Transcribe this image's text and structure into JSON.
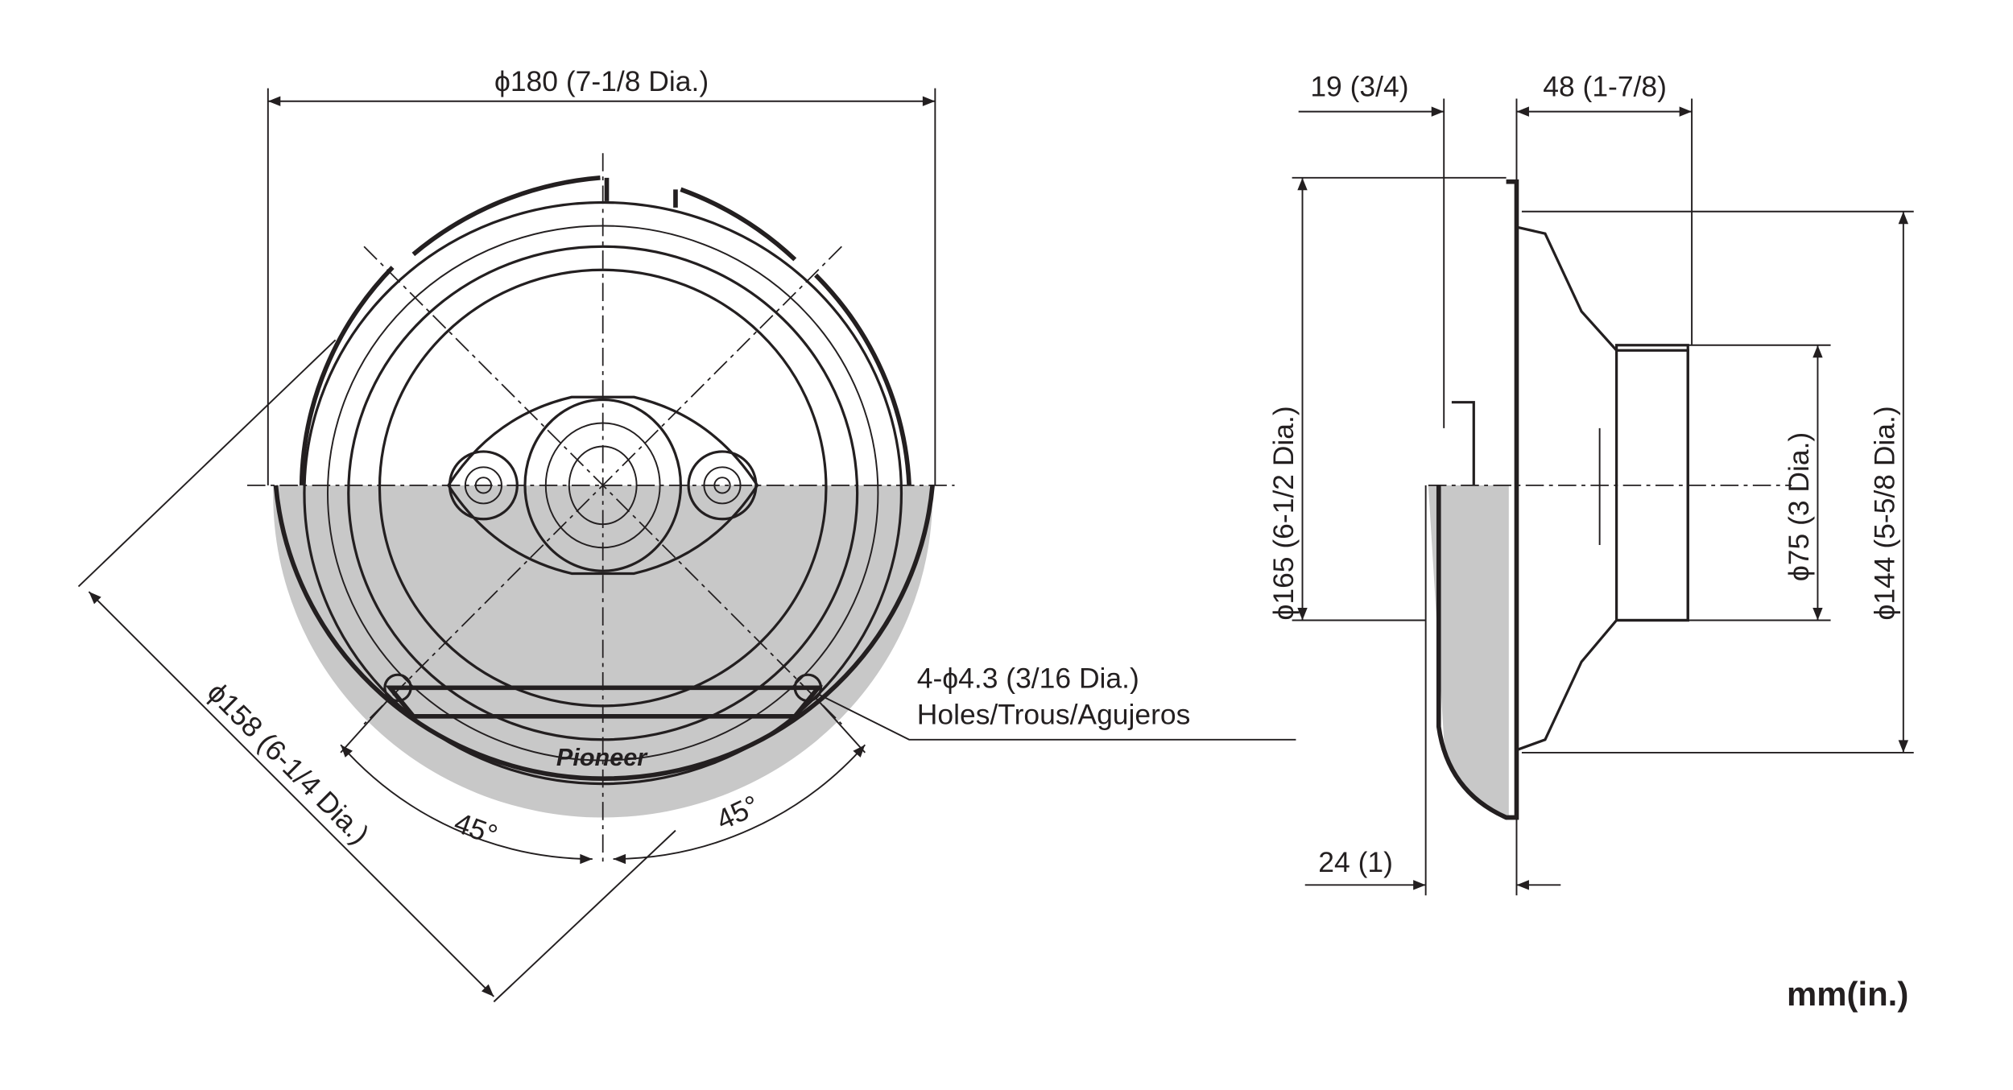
{
  "front_view": {
    "outer_diameter": "ϕ180 (7-1/8 Dia.)",
    "mount_diameter": "ϕ158 (6-1/4 Dia.)",
    "angle_left": "45°",
    "angle_right": "45°",
    "holes_line1": "4-ϕ4.3 (3/16 Dia.)",
    "holes_line2": "Holes/Trous/Agujeros",
    "brand": "Pioneer"
  },
  "side_view": {
    "depth_front": "19 (3/4)",
    "depth_rear": "48 (1-7/8)",
    "flange": "24 (1)",
    "diameter_165": "ϕ165 (6-1/2 Dia.)",
    "diameter_75": "ϕ75 (3 Dia.)",
    "diameter_144": "ϕ144 (5-5/8 Dia.)"
  },
  "units": "mm(in.)",
  "colors": {
    "ink": "#231f20",
    "shade": "#c8c8c8"
  }
}
